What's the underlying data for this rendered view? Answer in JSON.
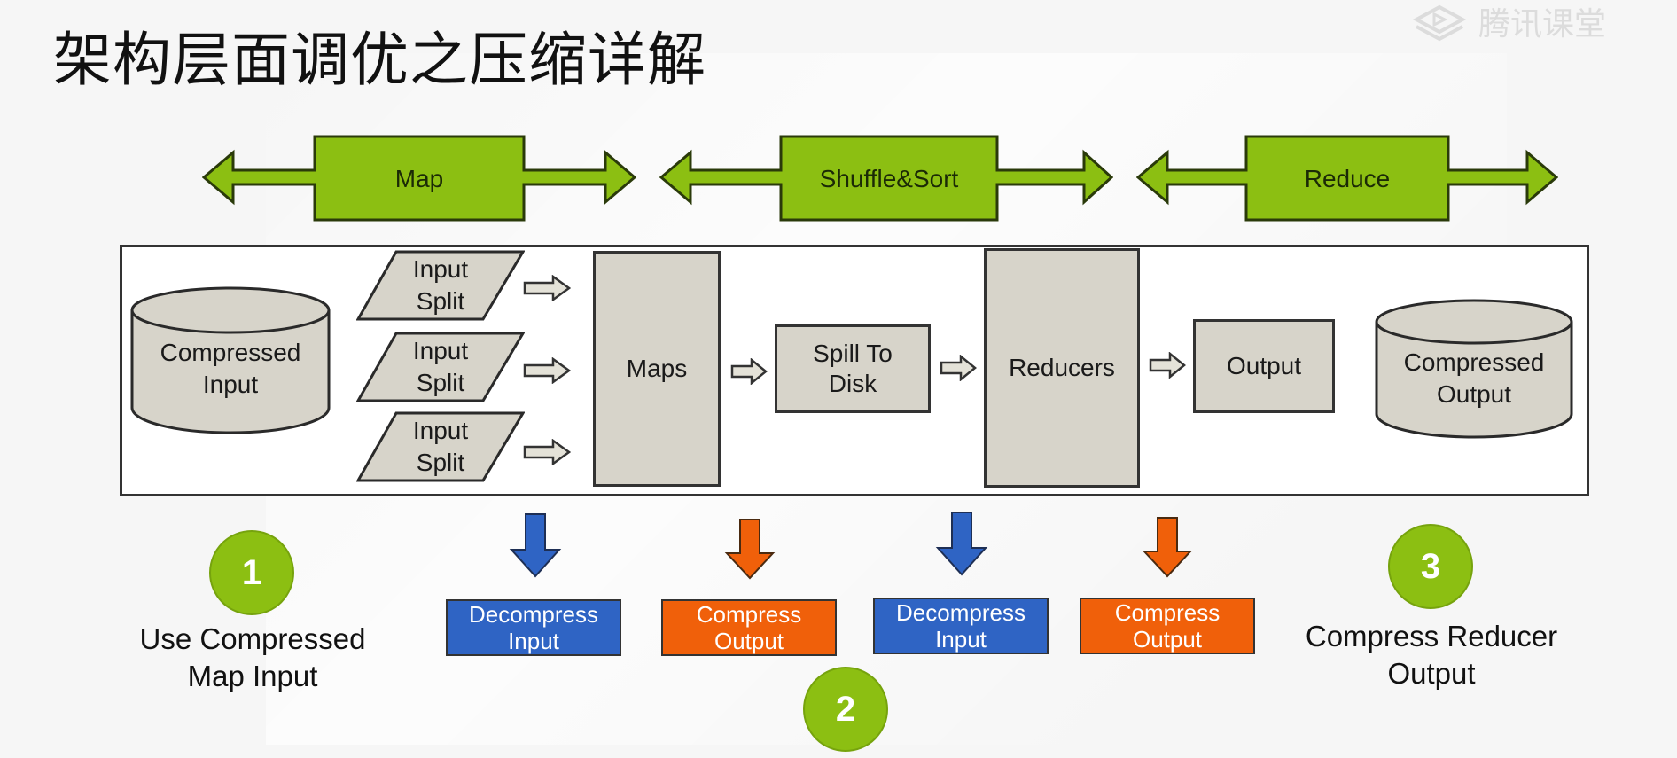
{
  "slide": {
    "title": "架构层面调优之压缩详解",
    "watermark": "腾讯课堂"
  },
  "colors": {
    "phase_green": "#8cbf12",
    "component_fill": "#d7d4ca",
    "decompress_blue": "#2f64c4",
    "compress_orange": "#f0600a",
    "badge_green": "#8cbf12"
  },
  "phases": [
    {
      "label": "Map"
    },
    {
      "label": "Shuffle&Sort"
    },
    {
      "label": "Reduce"
    }
  ],
  "pipeline": {
    "compressed_input": {
      "line1": "Compressed",
      "line2": "Input"
    },
    "input_splits": [
      {
        "line1": "Input",
        "line2": "Split"
      },
      {
        "line1": "Input",
        "line2": "Split"
      },
      {
        "line1": "Input",
        "line2": "Split"
      }
    ],
    "maps": "Maps",
    "spill_to_disk": {
      "line1": "Spill To",
      "line2": "Disk"
    },
    "reducers": "Reducers",
    "output": "Output",
    "compressed_output": {
      "line1": "Compressed",
      "line2": "Output"
    }
  },
  "operations": [
    {
      "line1": "Decompress",
      "line2": "Input",
      "type": "decompress"
    },
    {
      "line1": "Compress",
      "line2": "Output",
      "type": "compress"
    },
    {
      "line1": "Decompress",
      "line2": "Input",
      "type": "decompress"
    },
    {
      "line1": "Compress",
      "line2": "Output",
      "type": "compress"
    }
  ],
  "steps": [
    {
      "number": "1",
      "line1": "Use Compressed",
      "line2": "Map Input"
    },
    {
      "number": "2"
    },
    {
      "number": "3",
      "line1": "Compress Reducer",
      "line2": "Output"
    }
  ]
}
